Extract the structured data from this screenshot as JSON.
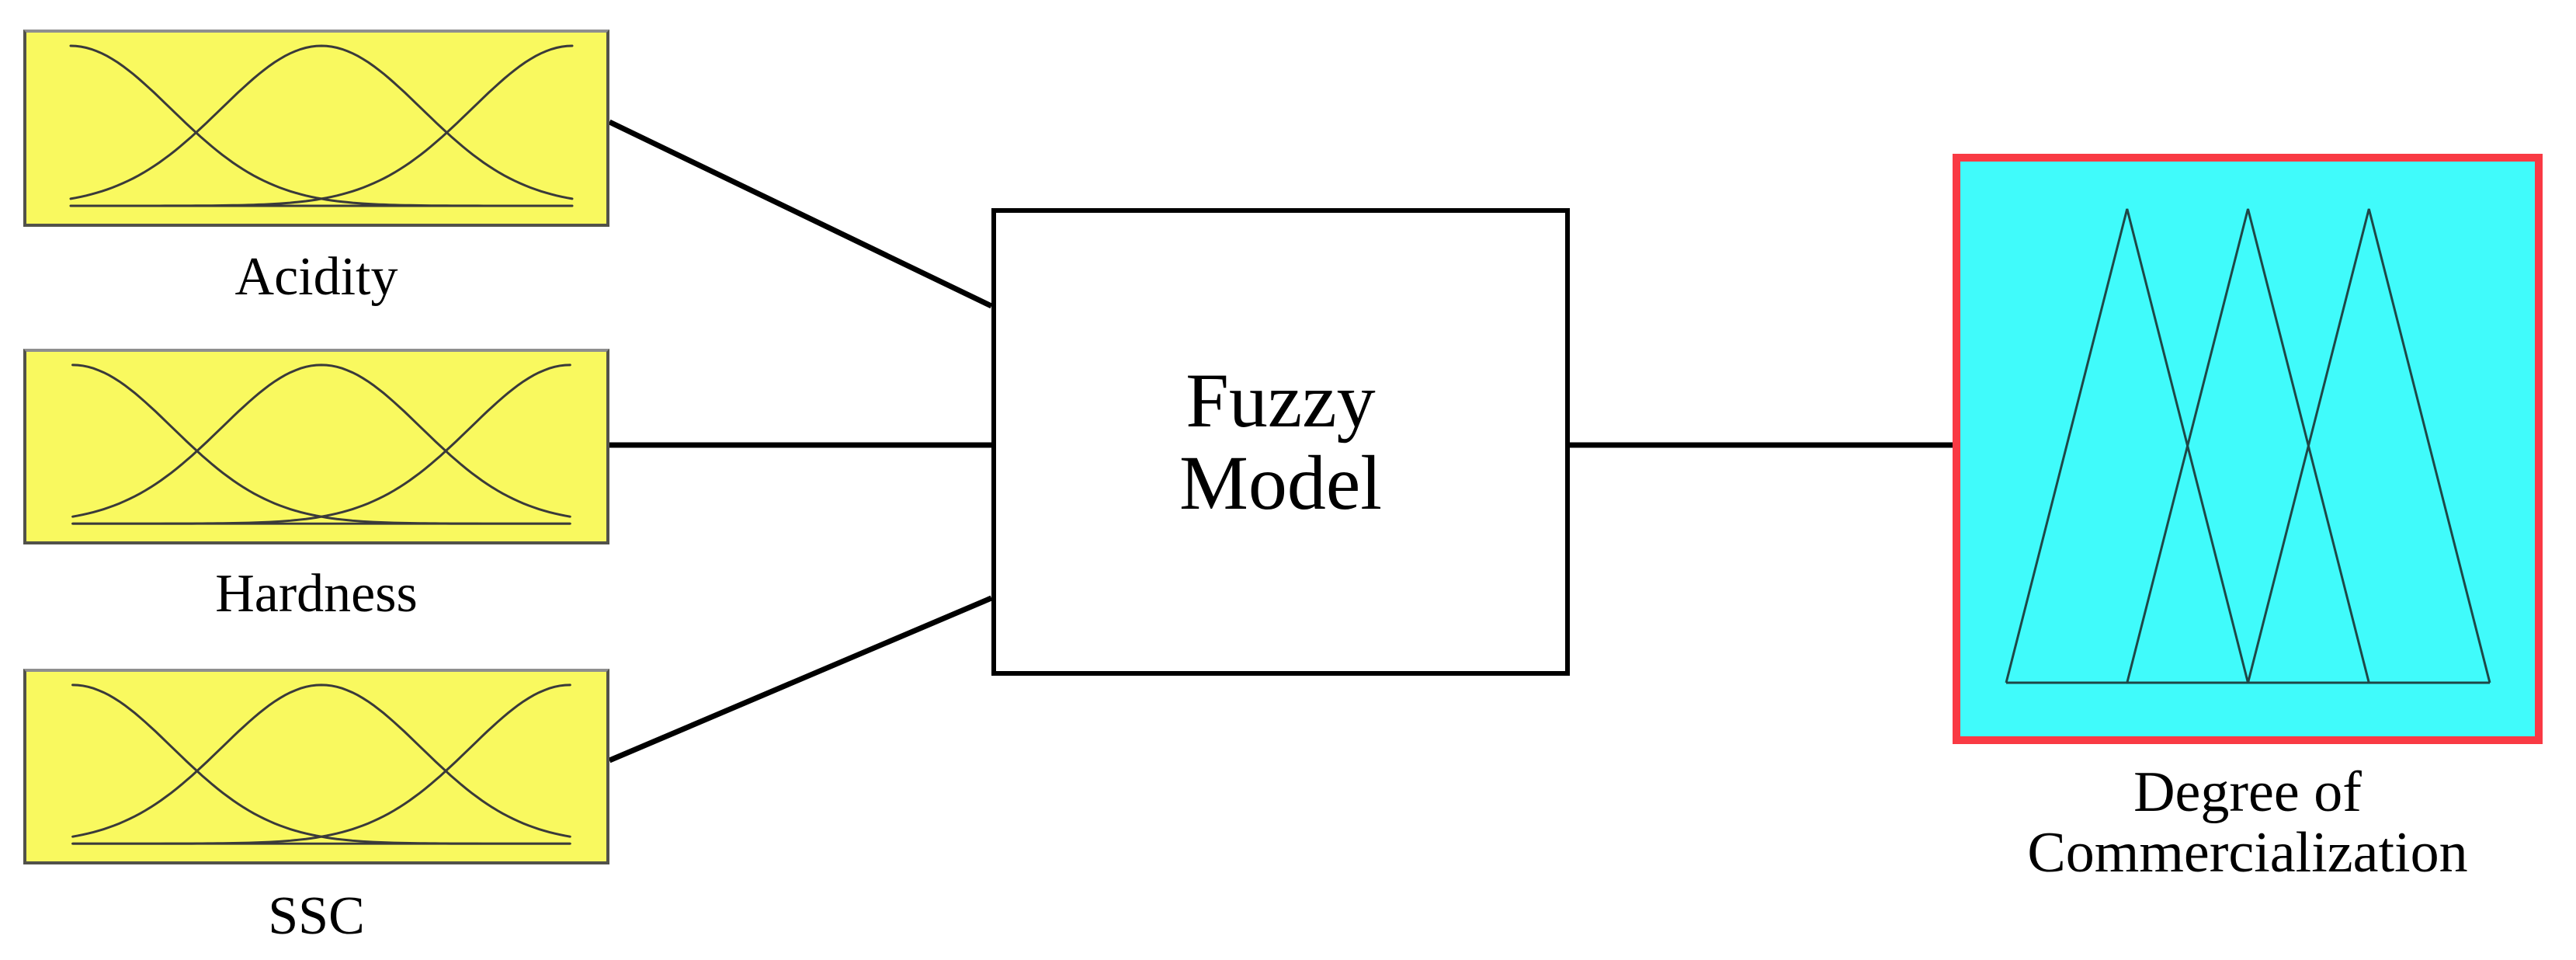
{
  "diagram": {
    "inputs": [
      {
        "id": "acidity",
        "label": "Acidity"
      },
      {
        "id": "hardness",
        "label": "Hardness"
      },
      {
        "id": "ssc",
        "label": "SSC"
      }
    ],
    "input_membership": {
      "type": "gaussian",
      "centers": [
        0,
        0.5,
        1
      ],
      "sigma": 0.2,
      "num_functions": 3
    },
    "model": {
      "label_line1": "Fuzzy",
      "label_line2": "Model"
    },
    "output": {
      "label_line1": "Degree of",
      "label_line2": "Commercialization",
      "membership": {
        "type": "triangular",
        "num_functions": 3,
        "triangles": [
          [
            0,
            0.25,
            0.5
          ],
          [
            0.25,
            0.5,
            0.75
          ],
          [
            0.5,
            0.75,
            1
          ]
        ]
      }
    },
    "edges": [
      {
        "from": "Acidity",
        "to": "Fuzzy Model"
      },
      {
        "from": "Hardness",
        "to": "Fuzzy Model"
      },
      {
        "from": "SSC",
        "to": "Fuzzy Model"
      },
      {
        "from": "Fuzzy Model",
        "to": "Degree of Commercialization"
      }
    ],
    "colors": {
      "background": "#ffffff",
      "text": "#000000",
      "input_fill": "#f9f95f",
      "input_border": "#52524a",
      "input_border_top": "#8f8f8f",
      "curve": "#3a3a3a",
      "model_fill": "#ffffff",
      "model_border": "#000000",
      "output_fill": "#40fbfb",
      "output_border": "#f93a44",
      "triangle": "#1e4747",
      "connector": "#000000"
    }
  }
}
